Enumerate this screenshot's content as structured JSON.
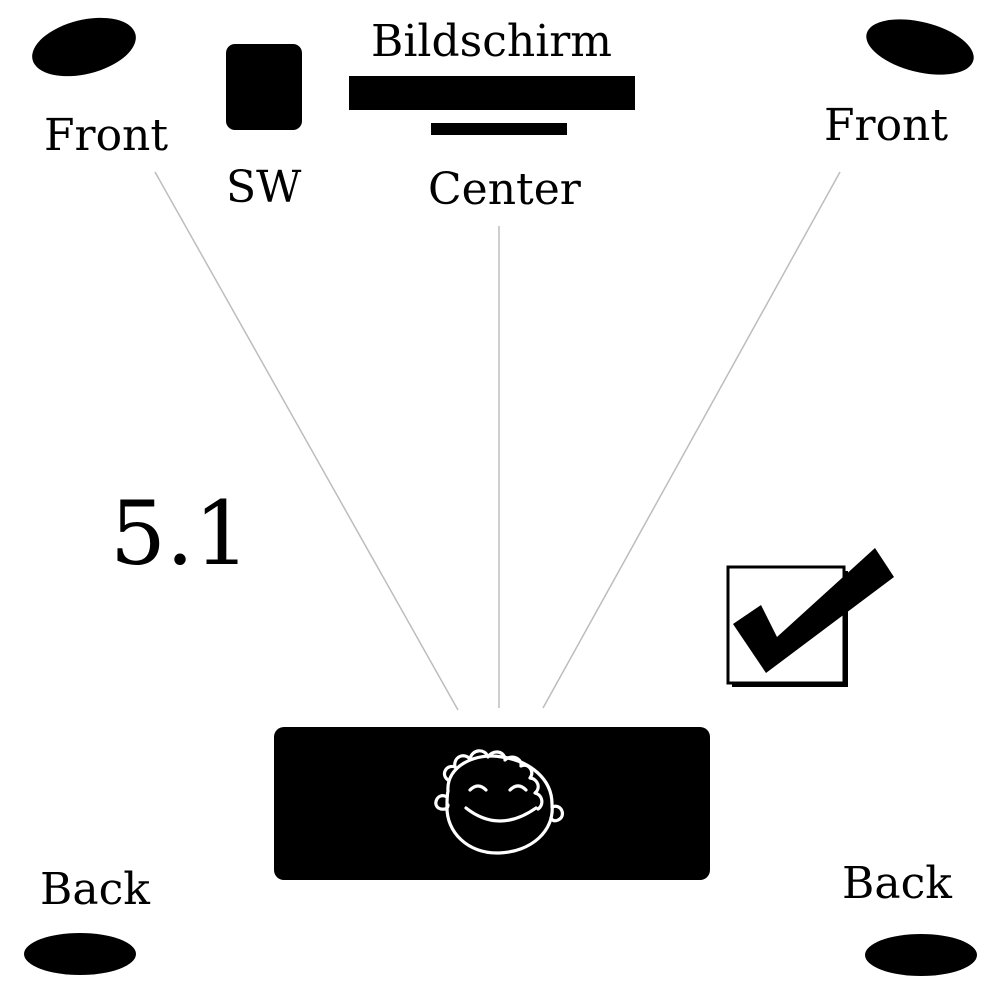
{
  "labels": {
    "front_left": "Front",
    "front_right": "Front",
    "subwoofer": "SW",
    "screen": "Bildschirm",
    "center": "Center",
    "back_left": "Back",
    "back_right": "Back",
    "configuration": "5.1"
  },
  "icons": {
    "front_left_speaker": "speaker-icon",
    "front_right_speaker": "speaker-icon",
    "back_left_speaker": "speaker-icon",
    "back_right_speaker": "speaker-icon",
    "subwoofer": "subwoofer-icon",
    "screen": "screen-icon",
    "center_speaker": "center-speaker-icon",
    "listener": "smiley-face-icon",
    "check": "checkmark-icon"
  },
  "colors": {
    "ink": "#000000",
    "paper": "#ffffff",
    "sightline": "#bdbdbd"
  }
}
